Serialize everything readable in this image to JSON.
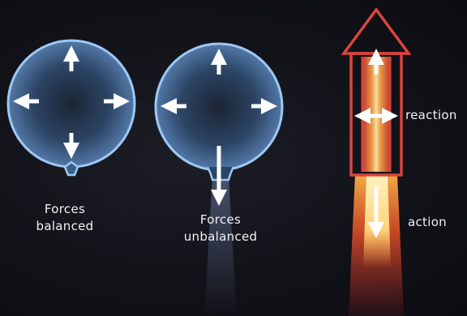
{
  "labels": {
    "balanced_line1": "Forces",
    "balanced_line2": "balanced",
    "unbalanced_line1": "Forces",
    "unbalanced_line2": "unbalanced",
    "reaction": "reaction",
    "action": "action"
  },
  "icons": {
    "balloon_balanced": "balloon-tied-icon",
    "balloon_unbalanced": "balloon-open-icon",
    "rocket": "rocket-icon",
    "arrow": "arrow-icon"
  },
  "colors": {
    "background": "#121219",
    "balloon_outline": "#9ec8f4",
    "balloon_fill": "#3b5f8a",
    "rocket_outline": "#d9453c",
    "flame_core": "#fff3c0",
    "flame_outer": "#e8532a",
    "arrow": "#ffffff",
    "text": "#f2f2f2"
  }
}
